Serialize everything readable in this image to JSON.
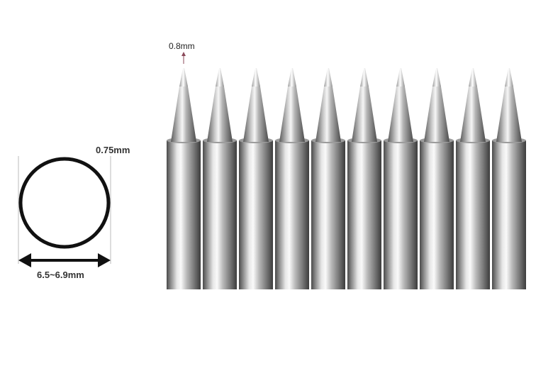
{
  "labels": {
    "tip_size": "0.8mm",
    "ring_thickness": "0.75mm",
    "diameter_range": "6.5~6.9mm"
  },
  "tips": {
    "count": 10
  },
  "colors": {
    "metal_light": "#f4f4f4",
    "metal_mid": "#a9a9a9",
    "metal_dark": "#4a4a4a",
    "ring": "#111111",
    "tip_arrow": "#8b4a5a"
  }
}
